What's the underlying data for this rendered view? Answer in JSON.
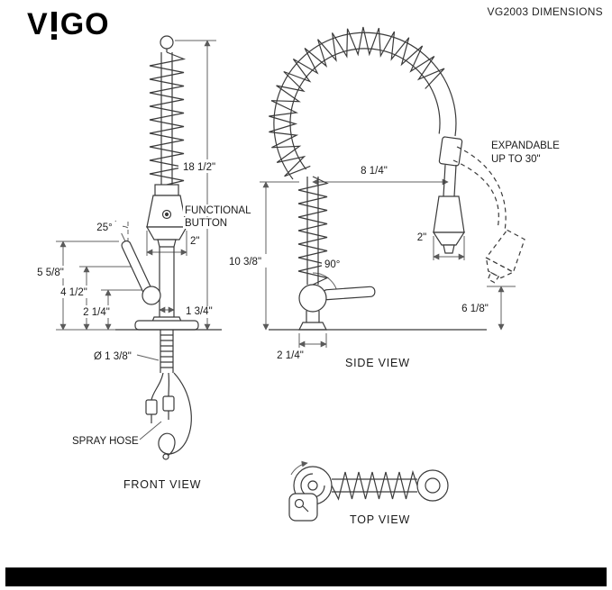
{
  "brand": {
    "v": "V",
    "go": "GO"
  },
  "title": "VG2003 DIMENSIONS",
  "front": {
    "height": "18 1/2\"",
    "btn1": "FUNCTIONAL",
    "btn2": "BUTTON",
    "head": "2\"",
    "angle": "25°",
    "h1": "5 5/8\"",
    "h2": "4 1/2\"",
    "h3": "2 1/4\"",
    "body": "1 3/4\"",
    "shank": "Ø 1 3/8\"",
    "hose": "SPRAY HOSE",
    "caption": "FRONT VIEW"
  },
  "side": {
    "reach": "8 1/4\"",
    "spout": "10 3/8\"",
    "angle": "90°",
    "head": "2\"",
    "base": "2 1/4\"",
    "clearance": "6 1/8\"",
    "exp1": "EXPANDABLE",
    "exp2": "UP TO 30\"",
    "caption": "SIDE VIEW"
  },
  "top": {
    "caption": "TOP VIEW"
  },
  "colors": {
    "line": "#3a3a3a",
    "dim": "#606060",
    "text": "#1a1a1a",
    "bar": "#000000",
    "bg": "#ffffff"
  }
}
